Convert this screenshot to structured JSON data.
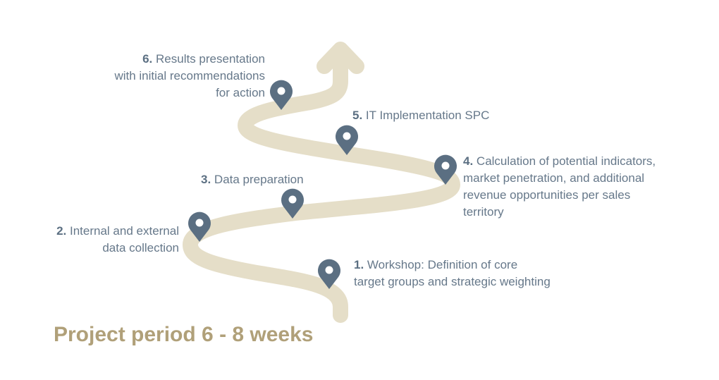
{
  "title": "Project period 6 - 8 weeks",
  "colors": {
    "road": "#e5dec8",
    "pin": "#5b6f82",
    "text": "#66788a",
    "title": "#b0a079"
  },
  "steps": [
    {
      "num": "1.",
      "lines": [
        "Workshop: Definition of core",
        "target groups and strategic weighting"
      ]
    },
    {
      "num": "2.",
      "lines": [
        "Internal and external",
        "data collection"
      ]
    },
    {
      "num": "3.",
      "lines": [
        "Data preparation"
      ]
    },
    {
      "num": "4.",
      "lines": [
        "Calculation of potential indicators,",
        "market penetration, and additional",
        "revenue opportunities per sales",
        "territory"
      ]
    },
    {
      "num": "5.",
      "lines": [
        "IT Implementation SPC"
      ]
    },
    {
      "num": "6.",
      "lines": [
        "Results presentation",
        "with initial recommendations",
        "for action"
      ]
    }
  ]
}
